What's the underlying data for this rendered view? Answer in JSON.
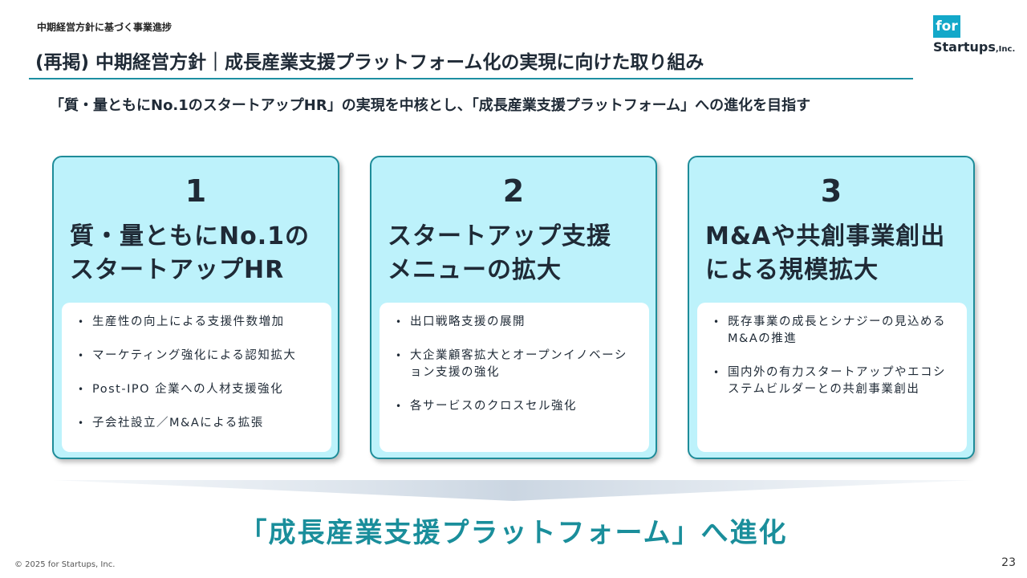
{
  "header": {
    "breadcrumb": "中期経営方針に基づく事業進捗",
    "title": "(再掲) 中期経営方針｜成長産業支援プラットフォーム化の実現に向けた取り組み",
    "subtitle": "「質・量ともにNo.1のスタートアップHR」の実現を中核とし、「成長産業支援プラットフォーム」への進化を目指す"
  },
  "logo": {
    "mark": "for",
    "word": "Startups",
    "suffix": ",Inc."
  },
  "cards": [
    {
      "number": "1",
      "title_line1": "質・量ともにNo.1の",
      "title_line2": "スタートアップHR",
      "items": [
        "生産性の向上による支援件数増加",
        "マーケティング強化による認知拡大",
        "Post-IPO 企業への人材支援強化",
        "子会社設立／M&Aによる拡張"
      ]
    },
    {
      "number": "2",
      "title_line1": "スタートアップ支援",
      "title_line2": "メニューの拡大",
      "items": [
        "出口戦略支援の展開",
        "大企業顧客拡大とオープンイノベーション支援の強化",
        "各サービスのクロスセル強化"
      ]
    },
    {
      "number": "3",
      "title_line1": "M&Aや共創事業創出",
      "title_line2": "による規模拡大",
      "items": [
        "既存事業の成長とシナジーの見込めるM&Aの推進",
        "国内外の有力スタートアップやエコシステムビルダーとの共創事業創出"
      ]
    }
  ],
  "conclusion": "「成長産業支援プラットフォーム」へ進化",
  "footer": {
    "copyright": "© 2025 for Startups, Inc.",
    "page_number": "23"
  },
  "colors": {
    "accent": "#1d8fa1",
    "card_fill": "#bdf2fb",
    "conclusion_text": "#1a8e9b"
  }
}
